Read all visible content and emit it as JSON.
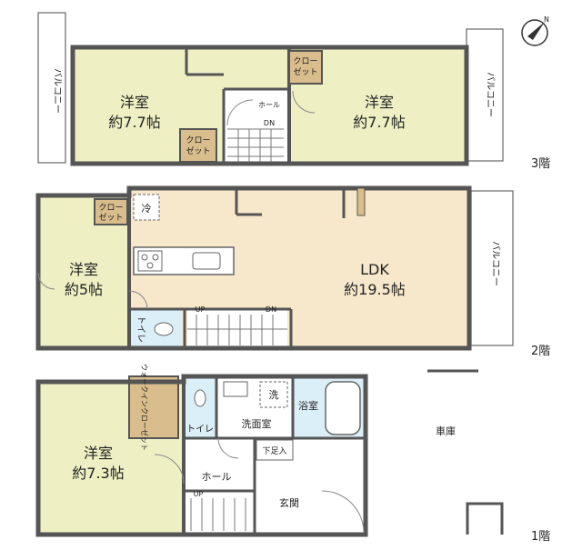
{
  "floors": {
    "f3": {
      "label": "3階",
      "rooms": {
        "west_room": {
          "name": "洋室",
          "size": "約7.7帖"
        },
        "east_room": {
          "name": "洋室",
          "size": "約7.7帖"
        },
        "closet_top": {
          "line1": "クロー",
          "line2": "ゼット"
        },
        "closet_mid": {
          "line1": "クロー",
          "line2": "ゼット"
        },
        "hall": "ホール",
        "dn": "DN",
        "balcony_left": "バルコニー",
        "balcony_right": "バルコニー"
      }
    },
    "f2": {
      "label": "2階",
      "rooms": {
        "ldk": {
          "name": "LDK",
          "size": "約19.5帖"
        },
        "room": {
          "name": "洋室",
          "size": "約5帖"
        },
        "closet": {
          "line1": "クロー",
          "line2": "ゼット"
        },
        "fridge": "冷",
        "toilet": "トイレ",
        "up": "UP",
        "dn": "DN",
        "balcony": "バルコニー"
      }
    },
    "f1": {
      "label": "1階",
      "rooms": {
        "room": {
          "name": "洋室",
          "size": "約7.3帖"
        },
        "walkin": "ウォークインクローゼット",
        "toilet": "トイレ",
        "washroom": "洗面室",
        "washer": "洗",
        "bath": "浴室",
        "shoe": "下足入",
        "hall": "ホール",
        "up": "UP",
        "entrance": "玄関",
        "garage": "車庫"
      }
    }
  },
  "colors": {
    "room": "#eef0c4",
    "ldk": "#f7e8cc",
    "closet": "#d9bd8c",
    "wet": "#dbeff8",
    "wall": "#555555"
  },
  "north_icon": "compass-north-icon"
}
